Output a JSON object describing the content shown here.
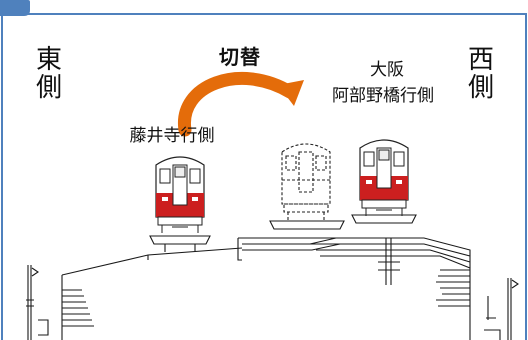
{
  "labels": {
    "east_side": [
      "東",
      "側"
    ],
    "west_side": [
      "西",
      "側"
    ],
    "switch": "切替",
    "osaka": "大阪",
    "abenobashi": "阿部野橋行側",
    "fujiidera": "藤井寺行側"
  },
  "colors": {
    "accent_blue": "#4f81bd",
    "train_red": "#cc1f1f",
    "arrow_orange": "#e46c0a",
    "line": "#1a1a1a"
  }
}
